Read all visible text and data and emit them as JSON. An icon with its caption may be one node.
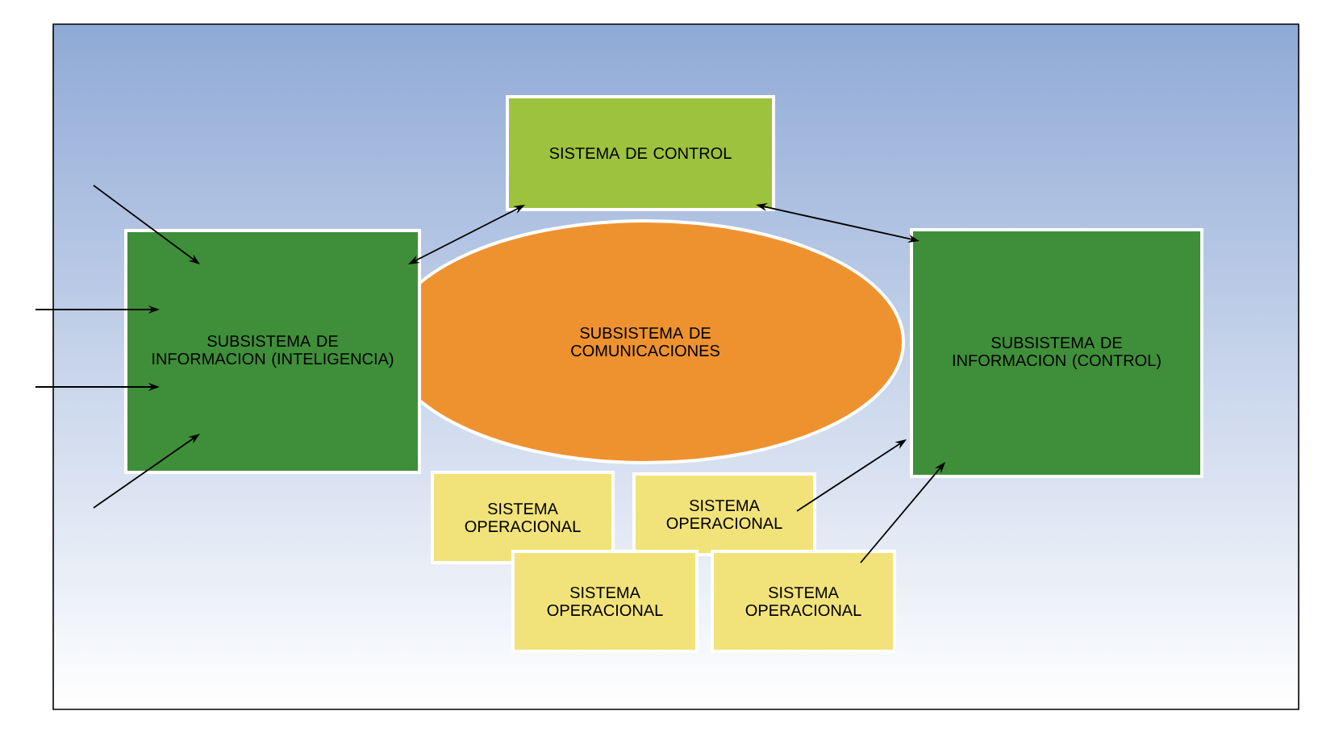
{
  "diagram": {
    "nodes": [
      {
        "text": [
          "SISTEMA DE CONTROL"
        ]
      },
      {
        "text": [
          "SUBSISTEMA DE INFORMACION (INTELIGENCIA)"
        ]
      },
      {
        "text": [
          "SUBSISTEMA DE COMUNICACIONES"
        ]
      },
      {
        "text": [
          "SUBSISTEMA DE INFORMACION (CONTROL)"
        ]
      },
      {
        "text": [
          "SISTEMA OPERACIONAL"
        ]
      },
      {
        "text": [
          "SISTEMA OPERACIONAL"
        ]
      },
      {
        "text": [
          "SISTEMA OPERACIONAL"
        ]
      },
      {
        "text": [
          "SISTEMA OPERACIONAL"
        ]
      }
    ],
    "edges": [
      {
        "from": 0,
        "to": 1,
        "arrow": "both"
      },
      {
        "from": 0,
        "to": 3,
        "arrow": "both"
      },
      {
        "from": null,
        "to": 1,
        "arrow": "to"
      },
      {
        "from": null,
        "to": 1,
        "arrow": "to"
      },
      {
        "from": null,
        "to": 1,
        "arrow": "to"
      },
      {
        "from": null,
        "to": 1,
        "arrow": "to"
      },
      {
        "from": 5,
        "to": 3,
        "arrow": "to"
      },
      {
        "from": 7,
        "to": 3,
        "arrow": "to"
      }
    ]
  }
}
